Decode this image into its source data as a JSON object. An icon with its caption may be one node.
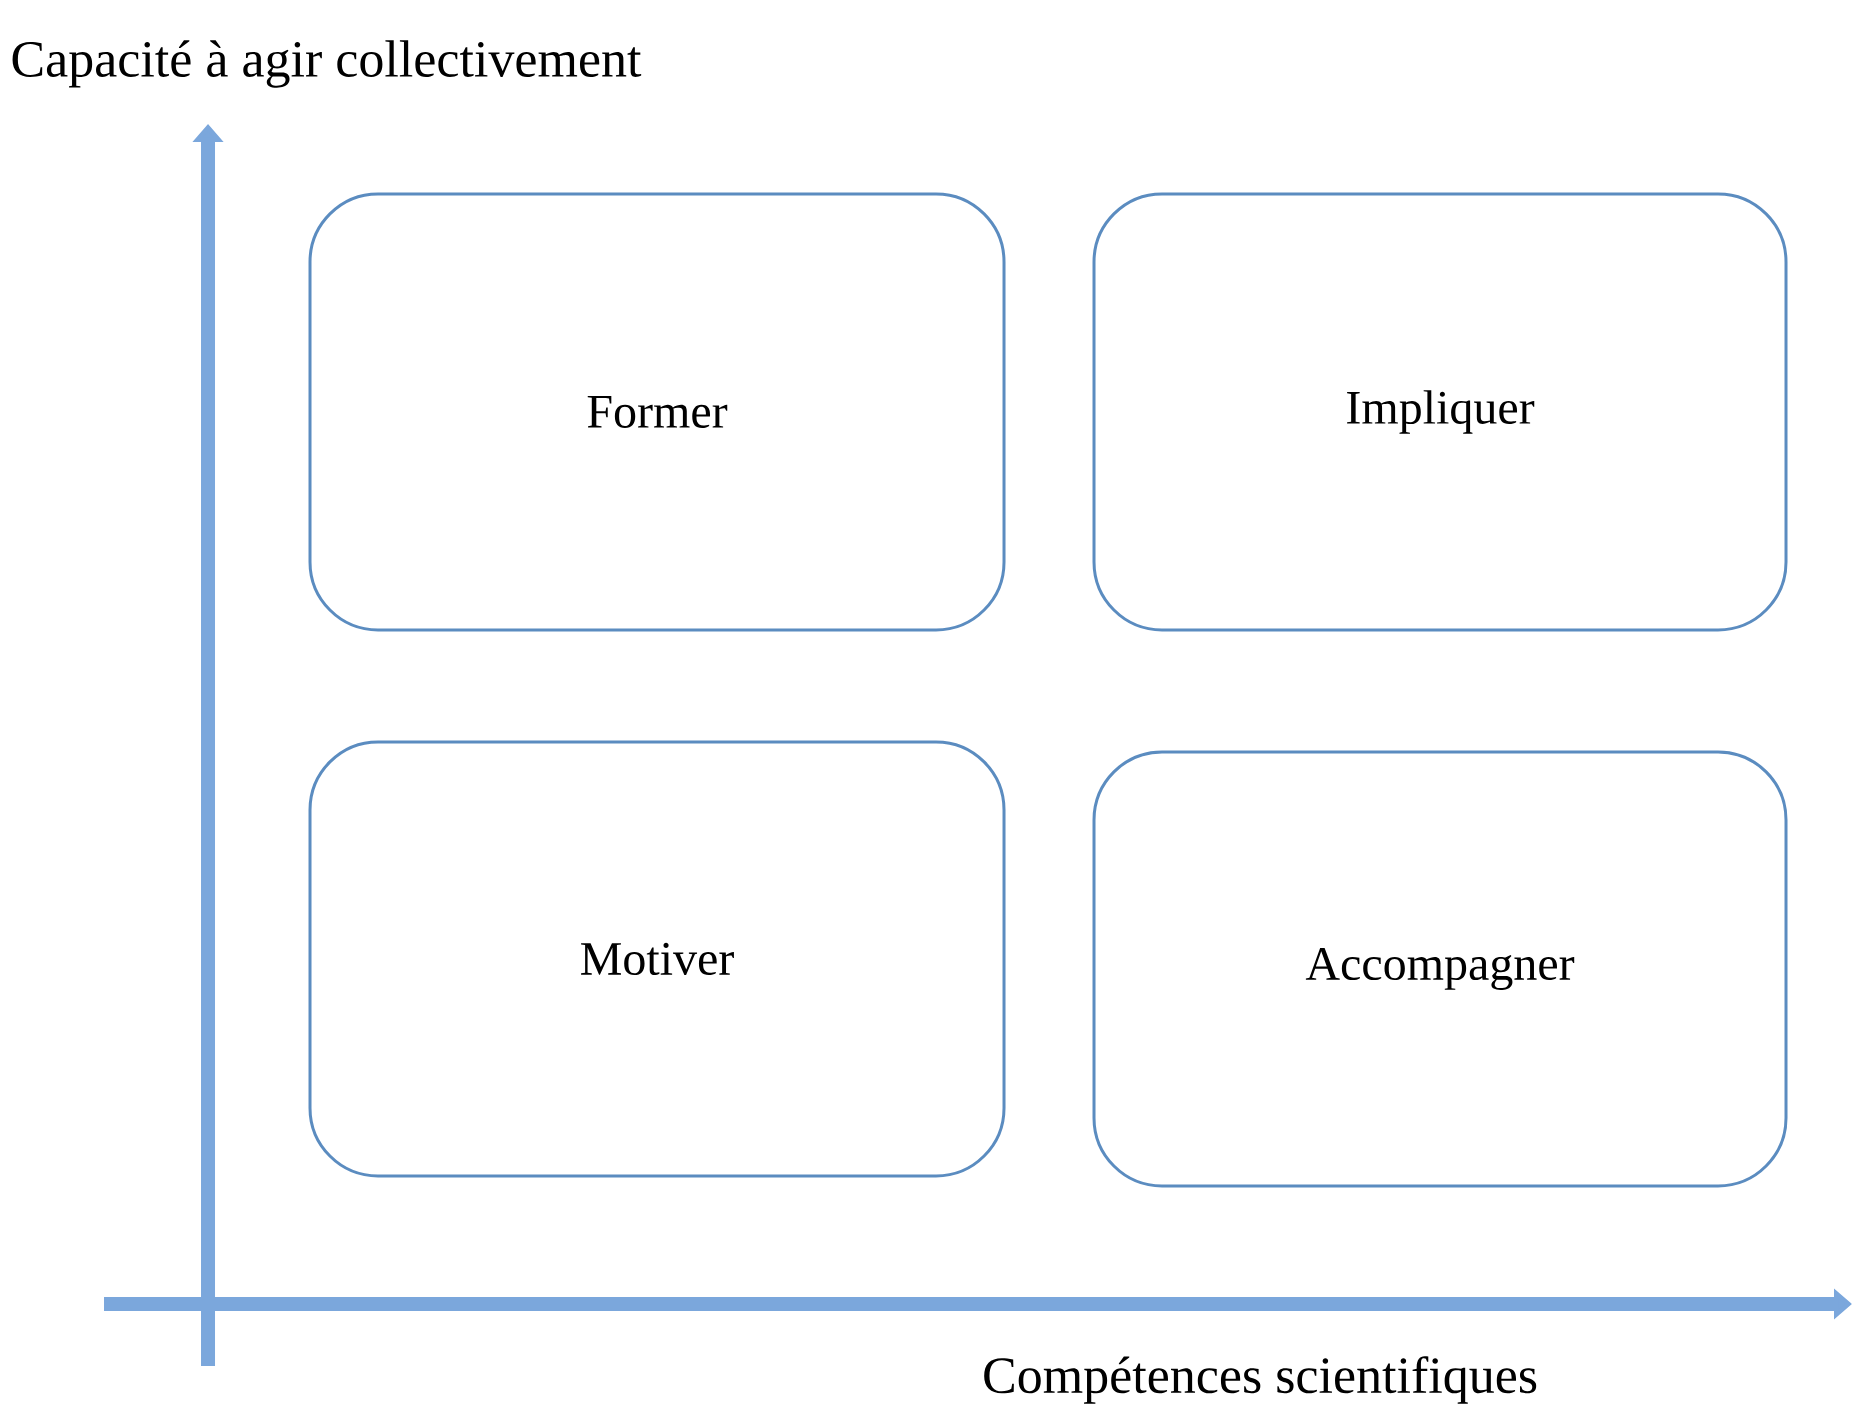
{
  "diagram": {
    "nodes": [
      {
        "text": [
          "Former"
        ]
      },
      {
        "text": [
          "Impliquer"
        ]
      },
      {
        "text": [
          "Motiver"
        ]
      },
      {
        "text": [
          "Accompagner"
        ]
      }
    ],
    "labels": [
      "Capacité à agir collectivement",
      "Compétences scientifiques"
    ]
  }
}
